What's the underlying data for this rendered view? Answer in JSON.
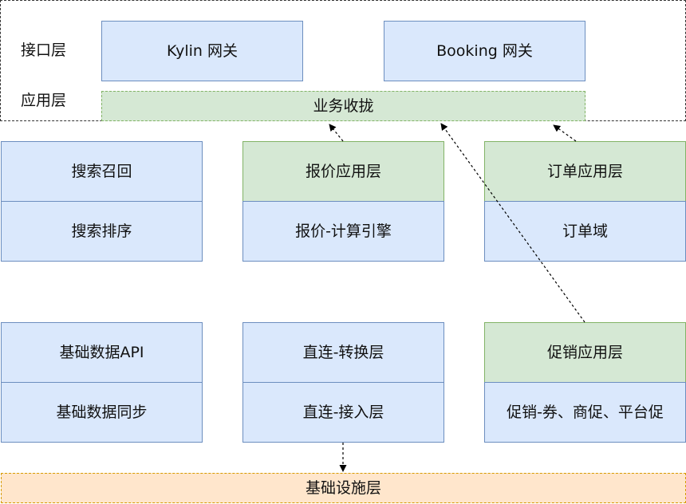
{
  "interface_layer": {
    "label": "接口层",
    "kylin_gateway": "Kylin 网关",
    "booking_gateway": "Booking 网关"
  },
  "application_layer": {
    "label": "应用层",
    "business_aggregation": "业务收拢"
  },
  "search": {
    "recall": "搜索召回",
    "ranking": "搜索排序"
  },
  "quote": {
    "app_layer": "报价应用层",
    "engine": "报价-计算引擎"
  },
  "order": {
    "app_layer": "订单应用层",
    "domain": "订单域"
  },
  "basic_data": {
    "api": "基础数据API",
    "sync": "基础数据同步"
  },
  "direct_connect": {
    "conversion": "直连-转换层",
    "access": "直连-接入层"
  },
  "promotion": {
    "app_layer": "促销应用层",
    "items": "促销-券、商促、平台促"
  },
  "infrastructure": {
    "label": "基础设施层"
  },
  "colors": {
    "blue_fill": "#dae8fc",
    "blue_stroke": "#6c8ebf",
    "green_fill": "#d5e8d4",
    "green_stroke": "#82b366",
    "orange_fill": "#ffe6cc",
    "orange_stroke": "#d79b00"
  }
}
